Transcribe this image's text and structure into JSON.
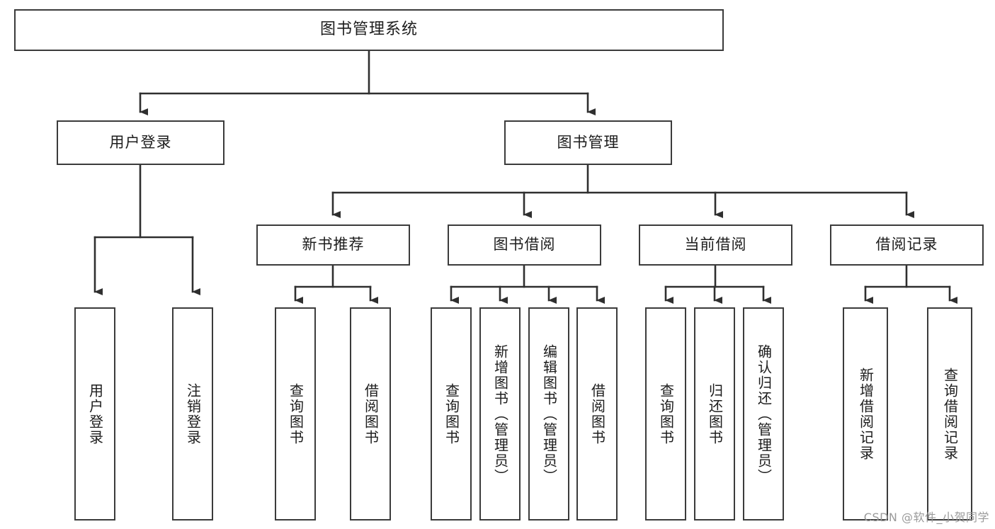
{
  "diagram": {
    "type": "tree-hierarchy-chart",
    "title_text": "图书管理系统",
    "orientation": "top-down",
    "colors": {
      "box_border": "#3b3b3b",
      "box_fill": "#ffffff",
      "connector": "#2f2f2f",
      "text": "#1c1c1c",
      "watermark": "#9a9a9a",
      "background": "#ffffff"
    },
    "levels": {
      "root": {
        "label": "图书管理系统"
      },
      "level2": [
        {
          "id": "user-login",
          "label": "用户登录"
        },
        {
          "id": "book-manage",
          "label": "图书管理"
        }
      ],
      "level3": [
        {
          "id": "new-book-recommend",
          "label": "新书推荐",
          "parent": "book-manage"
        },
        {
          "id": "book-borrow",
          "label": "图书借阅",
          "parent": "book-manage"
        },
        {
          "id": "current-borrow",
          "label": "当前借阅",
          "parent": "book-manage"
        },
        {
          "id": "borrow-record",
          "label": "借阅记录",
          "parent": "book-manage"
        }
      ],
      "leaves": [
        {
          "id": "leaf-user-login",
          "label": "用户登录",
          "parent": "user-login"
        },
        {
          "id": "leaf-logout-login",
          "label": "注销登录",
          "parent": "user-login"
        },
        {
          "id": "leaf-query-book-1",
          "label": "查询图书",
          "parent": "new-book-recommend"
        },
        {
          "id": "leaf-borrow-book-1",
          "label": "借阅图书",
          "parent": "new-book-recommend"
        },
        {
          "id": "leaf-query-book-2",
          "label": "查询图书",
          "parent": "book-borrow"
        },
        {
          "id": "leaf-add-book",
          "label": "新增图书（管理员）",
          "parent": "book-borrow"
        },
        {
          "id": "leaf-edit-book",
          "label": "编辑图书（管理员）",
          "parent": "book-borrow"
        },
        {
          "id": "leaf-borrow-book-2",
          "label": "借阅图书",
          "parent": "book-borrow"
        },
        {
          "id": "leaf-query-book-3",
          "label": "查询图书",
          "parent": "current-borrow"
        },
        {
          "id": "leaf-return-book",
          "label": "归还图书",
          "parent": "current-borrow"
        },
        {
          "id": "leaf-confirm-return",
          "label": "确认归还（管理员）",
          "parent": "current-borrow"
        },
        {
          "id": "leaf-add-record",
          "label": "新增借阅记录",
          "parent": "borrow-record"
        },
        {
          "id": "leaf-query-record",
          "label": "查询借阅记录",
          "parent": "borrow-record"
        }
      ]
    }
  },
  "watermark": {
    "text": "CSDN @软件_小贺同学"
  }
}
